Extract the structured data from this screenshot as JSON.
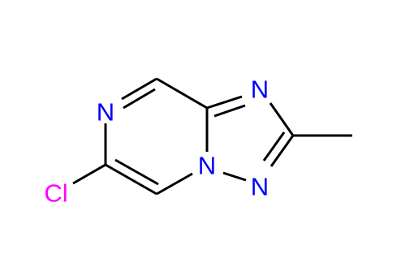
{
  "molecule": {
    "atoms": {
      "n_pyrazine": {
        "symbol": "N",
        "color": "#0000ff"
      },
      "n_triazole_top": {
        "symbol": "N",
        "color": "#0000ff"
      },
      "n_bridge": {
        "symbol": "N",
        "color": "#0000ff"
      },
      "n_triazole_bottom": {
        "symbol": "N",
        "color": "#0000ff"
      },
      "chlorine": {
        "symbol": "Cl",
        "color": "#ff00ff"
      }
    },
    "bond_color": "#000000"
  }
}
